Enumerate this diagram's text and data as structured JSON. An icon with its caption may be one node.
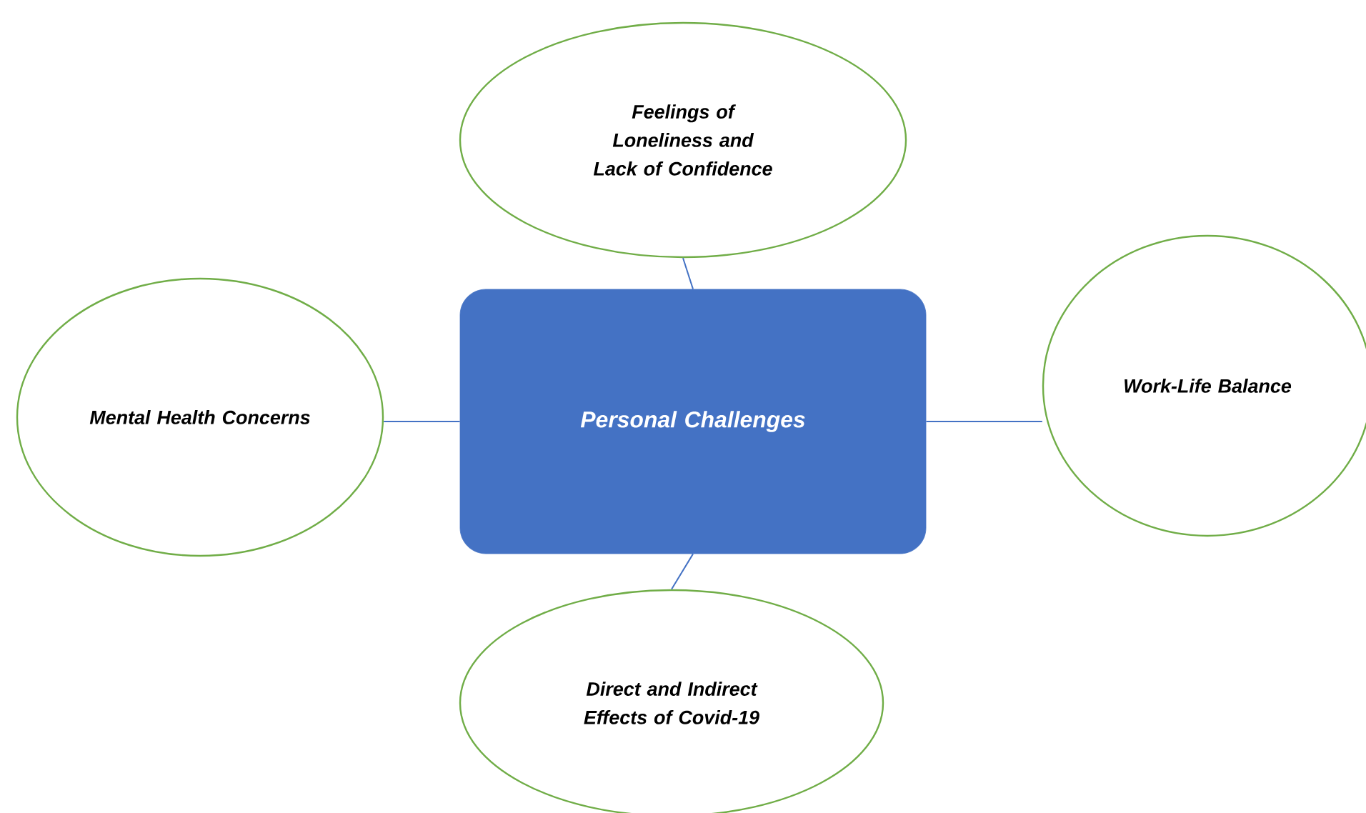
{
  "diagram": {
    "nodes": [
      {
        "text": [
          "Personal Challenges"
        ]
      },
      {
        "text": [
          "Feelings of Loneliness and Lack of Confidence"
        ]
      },
      {
        "text": [
          "Mental Health Concerns"
        ]
      },
      {
        "text": [
          "Work-Life Balance"
        ]
      },
      {
        "text": [
          "Direct and Indirect Effects of Covid-19"
        ]
      }
    ],
    "edges": [
      {
        "from": 0,
        "to": 1,
        "arrow": "none"
      },
      {
        "from": 0,
        "to": 2,
        "arrow": "none"
      },
      {
        "from": 0,
        "to": 3,
        "arrow": "none"
      },
      {
        "from": 0,
        "to": 4,
        "arrow": "none"
      }
    ]
  }
}
